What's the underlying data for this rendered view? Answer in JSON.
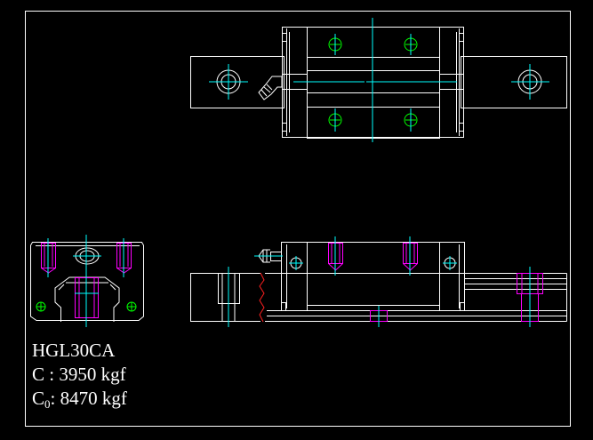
{
  "model": "HGL30CA",
  "specs": {
    "dynamic_label": "C : ",
    "dynamic_value": "3950 kgf",
    "static_label_main": "C",
    "static_label_sub": "0",
    "static_label_tail": ": ",
    "static_value": "8470 kgf"
  },
  "colors": {
    "background": "#000000",
    "outline": "#ffffff",
    "centerline": "#00ffff",
    "bolt": "#ff00ff",
    "hole": "#00ff00",
    "break_line": "#ff2020"
  }
}
